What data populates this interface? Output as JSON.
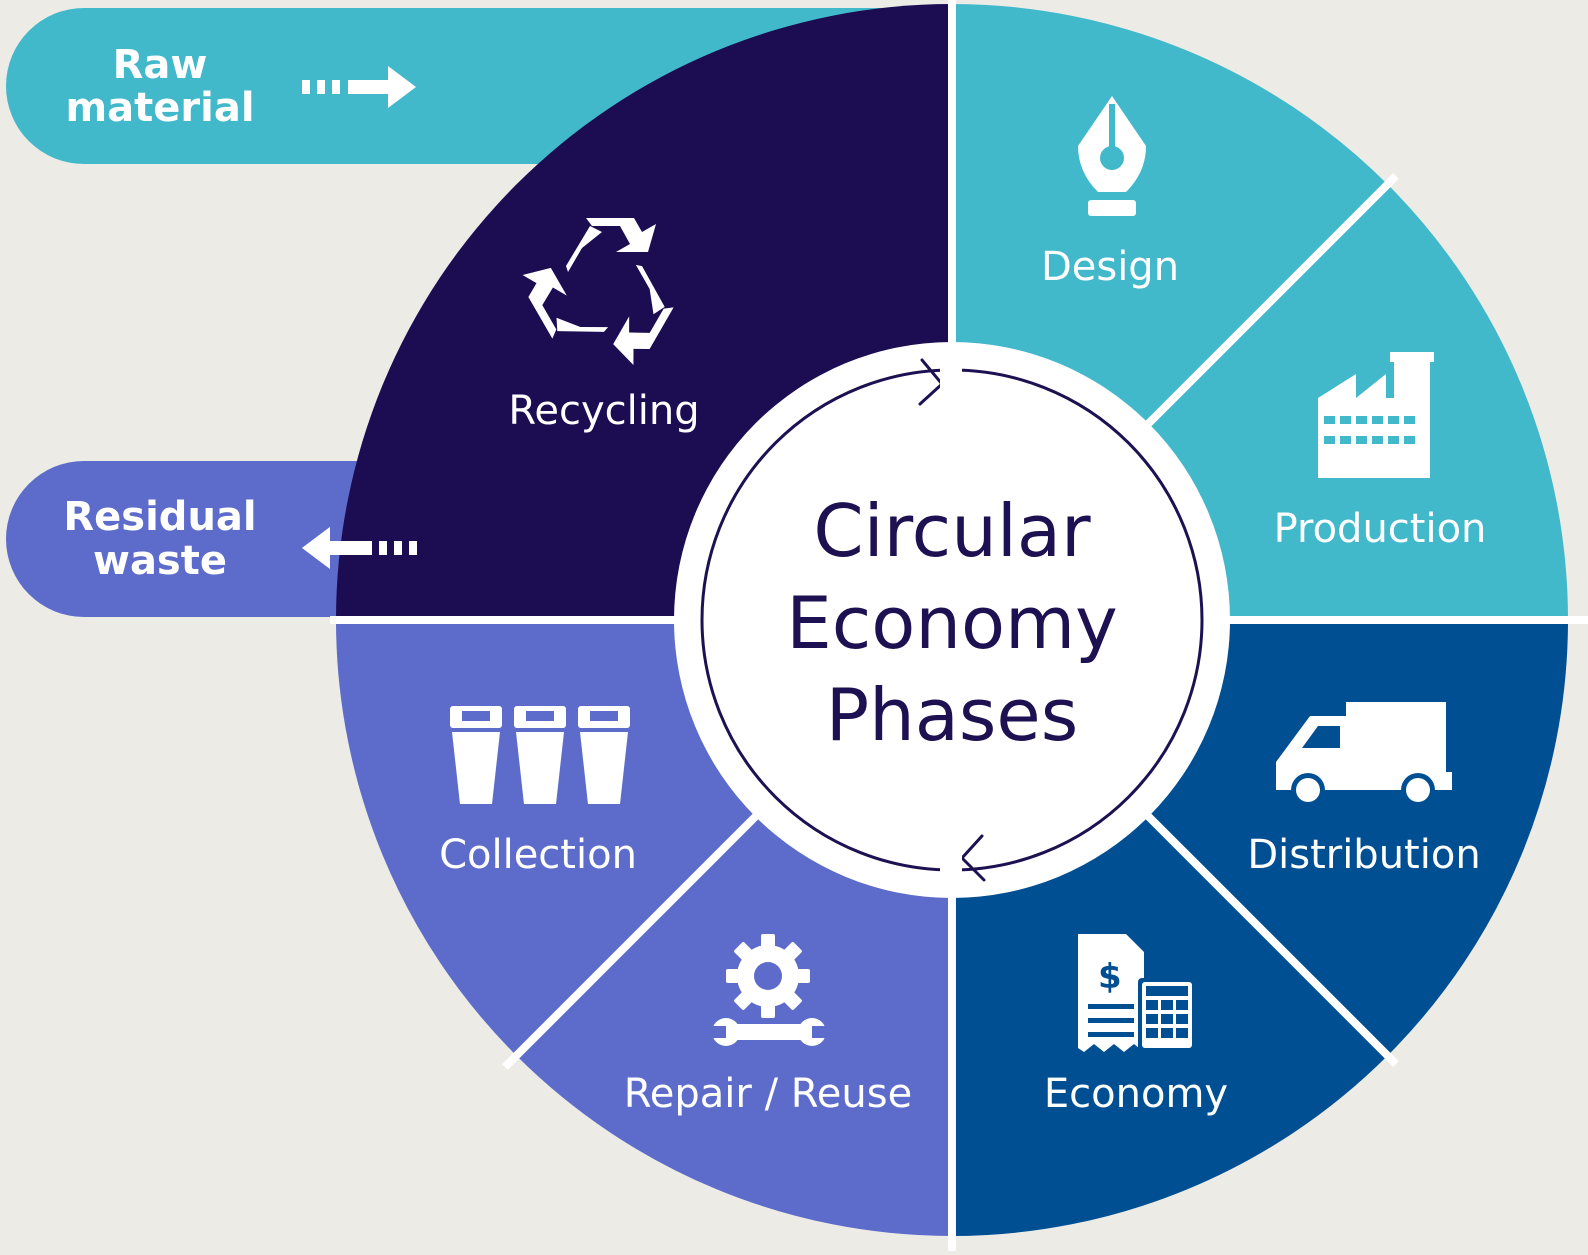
{
  "diagram": {
    "title_lines": [
      "Circular",
      "Economy",
      "Phases"
    ],
    "inputs": {
      "raw_material": {
        "lines": [
          "Raw",
          "material"
        ]
      },
      "residual_waste": {
        "lines": [
          "Residual",
          "waste"
        ]
      }
    },
    "phases": [
      {
        "key": "design",
        "label": "Design",
        "icon": "pen-nib-icon"
      },
      {
        "key": "production",
        "label": "Production",
        "icon": "factory-icon"
      },
      {
        "key": "distribution",
        "label": "Distribution",
        "icon": "delivery-truck-icon"
      },
      {
        "key": "economy",
        "label": "Economy",
        "icon": "invoice-calculator-icon"
      },
      {
        "key": "repair_reuse",
        "label": "Repair / Reuse",
        "icon": "gear-wrench-icon"
      },
      {
        "key": "collection",
        "label": "Collection",
        "icon": "bins-icon"
      },
      {
        "key": "recycling",
        "label": "Recycling",
        "icon": "recycle-icon"
      }
    ],
    "colors": {
      "light_teal": "#42b9cb",
      "dark_blue": "#014f93",
      "periwinkle": "#5d6cca",
      "navy": "#1c0c52",
      "center_fill": "#ffffff",
      "center_text": "#1e1152",
      "background": "#ecebe6"
    }
  }
}
